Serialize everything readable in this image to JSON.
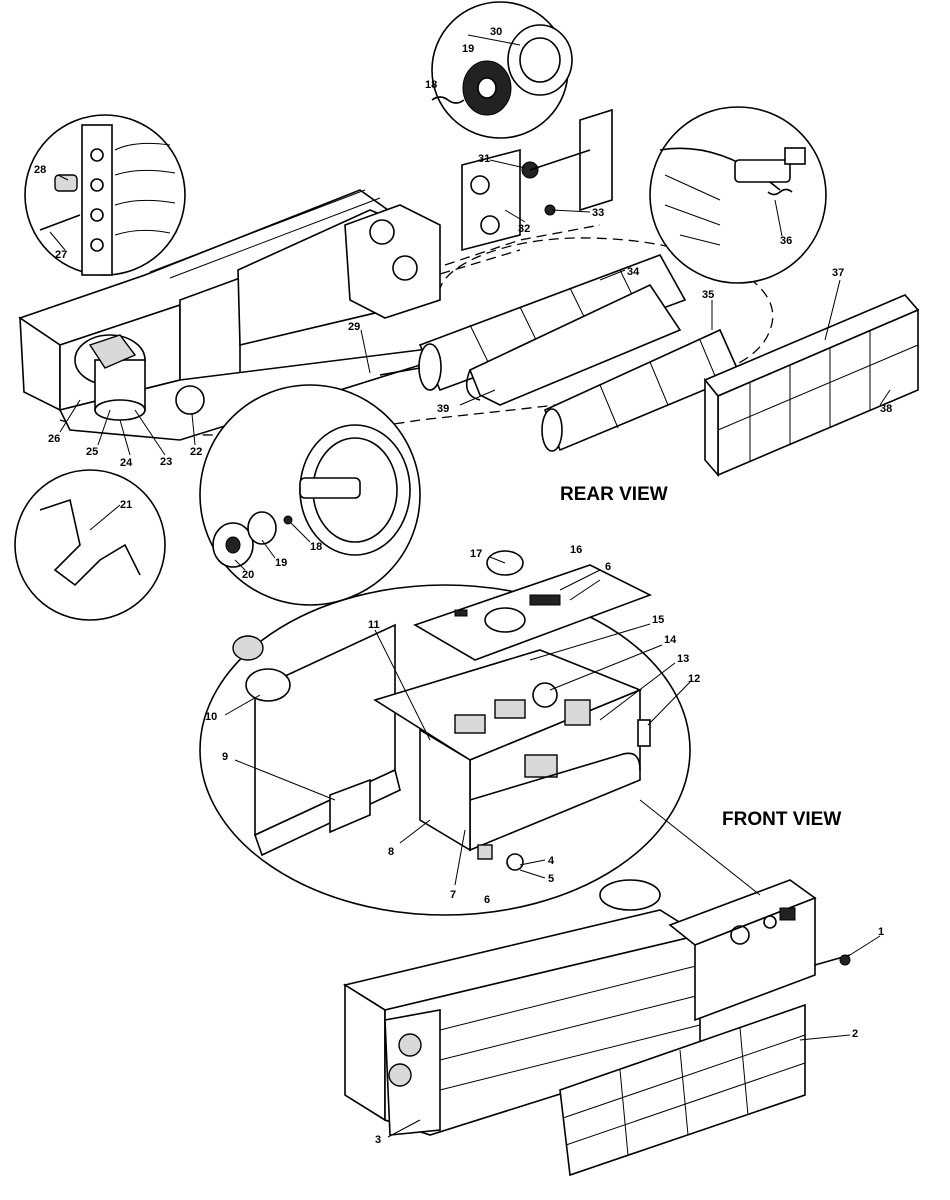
{
  "views": {
    "rear": "REAR VIEW",
    "front": "FRONT VIEW"
  },
  "part_numbers": [
    "1",
    "2",
    "3",
    "4",
    "5",
    "6",
    "6",
    "7",
    "8",
    "9",
    "10",
    "11",
    "12",
    "13",
    "14",
    "15",
    "16",
    "17",
    "18",
    "18",
    "19",
    "19",
    "20",
    "21",
    "22",
    "23",
    "24",
    "25",
    "26",
    "27",
    "28",
    "29",
    "30",
    "31",
    "32",
    "33",
    "34",
    "35",
    "36",
    "37",
    "38",
    "39"
  ]
}
